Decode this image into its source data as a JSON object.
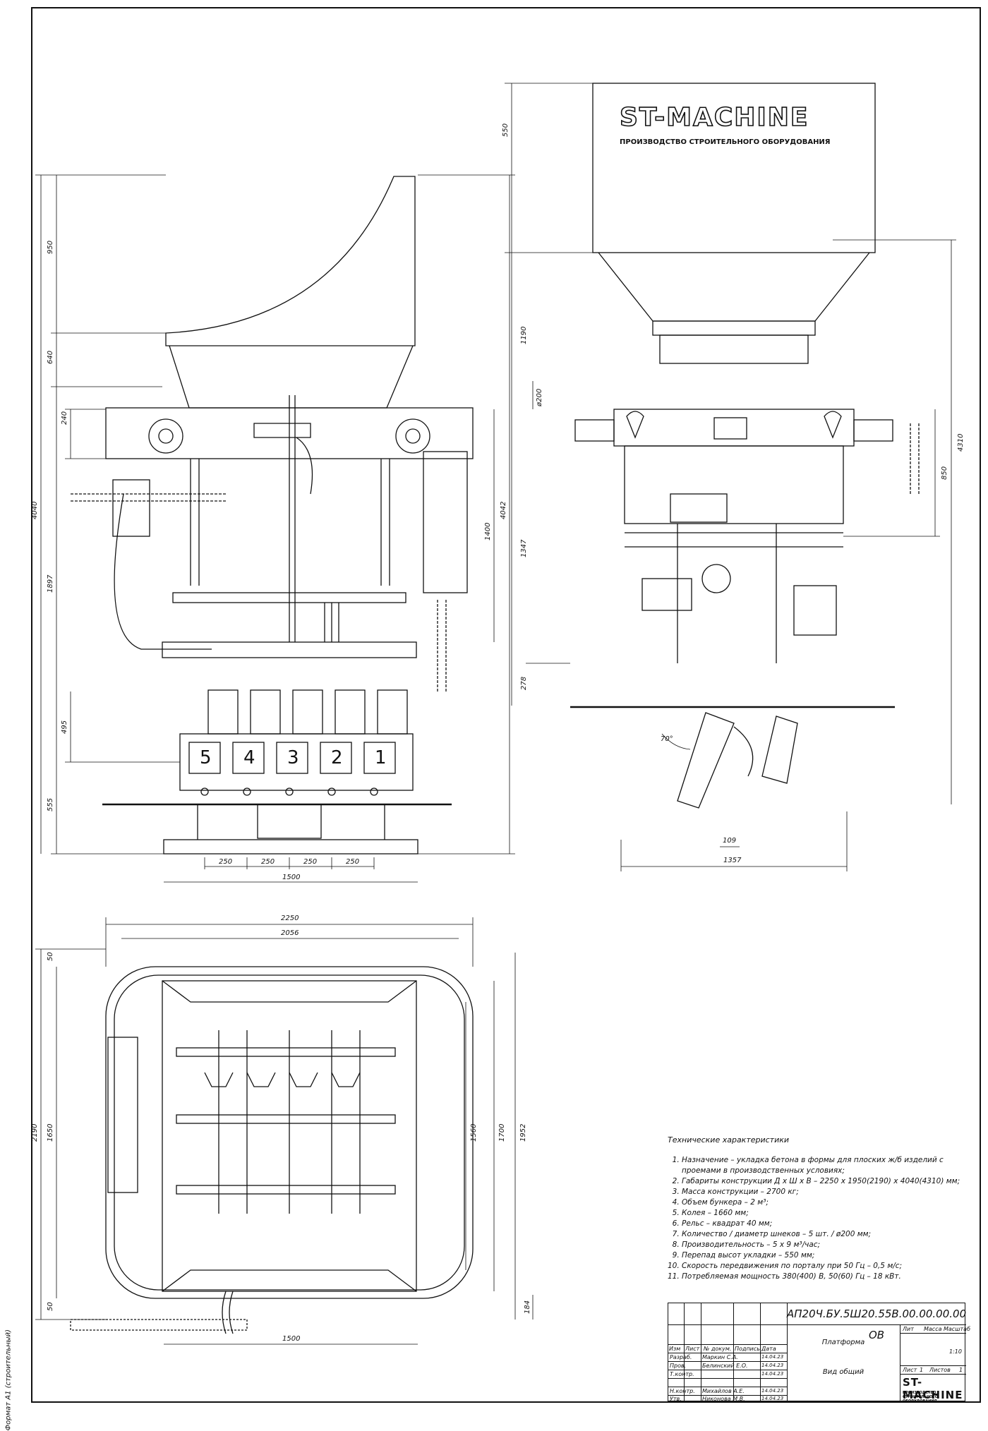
{
  "format_label": "Формат А1 (строительный)",
  "logo": {
    "name": "ST-MACHINE",
    "tagline": "ПРОИЗВОДСТВО СТРОИТЕЛЬНОГО ОБОРУДОВАНИЯ"
  },
  "front_view": {
    "height_dims": [
      "4040",
      "950",
      "640",
      "240",
      "1897",
      "495",
      "555"
    ],
    "right_dims": [
      "4042",
      "1400"
    ],
    "bottom_dims": [
      "250",
      "250",
      "250",
      "250"
    ],
    "bottom_total": "1500",
    "auger_numbers": [
      "5",
      "4",
      "3",
      "2",
      "1"
    ]
  },
  "side_view": {
    "left_dims": [
      "550",
      "1190",
      "ø200",
      "1347",
      "278"
    ],
    "right_dims": [
      "4310",
      "850"
    ],
    "angle": "70°",
    "bottom_dims": [
      "109",
      "1357"
    ]
  },
  "plan_view": {
    "top_dims": [
      "2250",
      "2056"
    ],
    "left_dims": [
      "2190",
      "50",
      "1650",
      "50"
    ],
    "right_dims": [
      "1560",
      "1700",
      "1952",
      "184"
    ],
    "bottom_dim": "1500"
  },
  "specs": {
    "title": "Технические характеристики",
    "items": [
      "Назначение – укладка бетона в формы для плоских ж/б изделий с проемами в производственных условиях;",
      "Габариты конструкции Д х Ш х В – 2250 х 1950(2190) х 4040(4310) мм;",
      "Масса конструкции – 2700 кг;",
      "Объем бункера – 2 м³;",
      "Колея – 1660 мм;",
      "Рельс – квадрат 40 мм;",
      "Количество / диаметр шнеков – 5 шт. / ø200 мм;",
      "Производительность – 5 х 9 м³/час;",
      "Перепад высот укладки – 550 мм;",
      "Скорость передвижения по порталу при 50 Гц – 0,5 м/с;",
      "Потребляемая мощность 380(400) В, 50(60) Гц – 18 кВт."
    ]
  },
  "title_block": {
    "code": "АП20Ч.БУ.5Ш20.55В.00.00.00.00 ОВ",
    "name": "Платформа",
    "view": "Вид общий",
    "headers": [
      "Изм",
      "Лист",
      "№ докум.",
      "Подпись",
      "Дата"
    ],
    "roles": [
      "Разраб.",
      "Пров.",
      "Т.контр.",
      "Н.контр.",
      "Утв."
    ],
    "people": [
      "Маркин С.А.",
      "Белинский Е.О.",
      "",
      "Михайлов А.Е.",
      "Никонова М.В."
    ],
    "dates": [
      "14.04.23",
      "14.04.23",
      "14.04.23",
      "14.04.23",
      "14.04.23"
    ],
    "lit_label": "Лит",
    "mass_label": "Масса",
    "scale_label": "Масштаб",
    "scale": "1:10",
    "sheet_label": "Лист",
    "sheet": "1",
    "sheets_label": "Листов",
    "sheets": "1",
    "logo": "ST-MACHINE",
    "logo_sub": "ПРОИЗВОДСТВО СТРОИТЕЛЬНОГО ОБОРУДОВАНИЯ"
  }
}
